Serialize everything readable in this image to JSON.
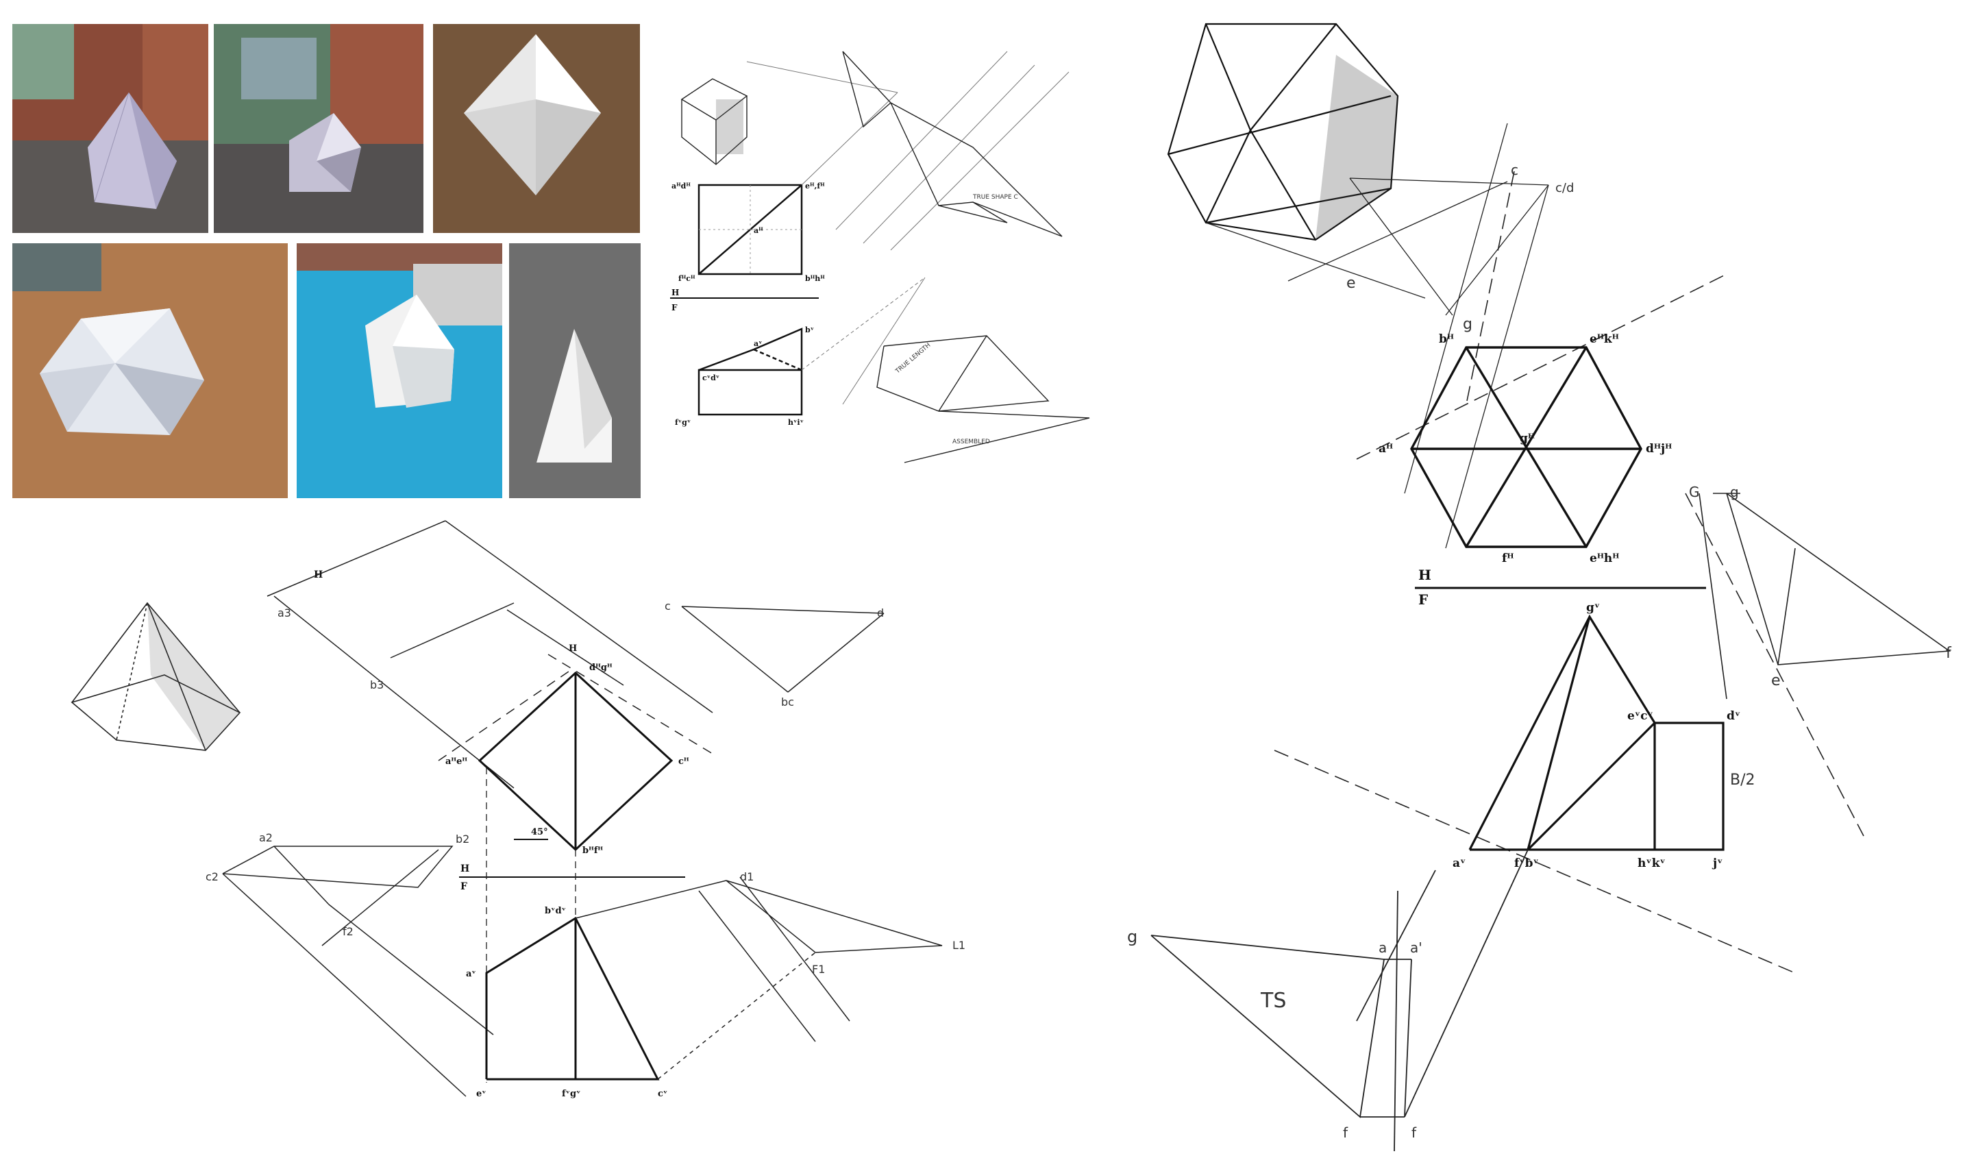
{
  "page": {
    "background": "#ffffff"
  },
  "photos": [
    {
      "name": "photo-pentagonal-pyramid-on-wall",
      "background": "#6b5248",
      "model": "#c9c4dd"
    },
    {
      "name": "photo-cut-model-on-wall",
      "background": "#6b5a4d",
      "model": "#b9b5cc"
    },
    {
      "name": "photo-octahedron-on-wood",
      "background": "#7a5a3f",
      "model": "#eeeeee"
    },
    {
      "name": "photo-hexagonal-model-on-table",
      "background": "#b07a4e",
      "model": "#dfe4ec"
    },
    {
      "name": "photo-model-on-blue",
      "background": "#2aa7d4",
      "model": "#f2f2f2"
    },
    {
      "name": "photo-tall-model-on-grey",
      "background": "#6e6e6e",
      "model": "#f5f5f5"
    }
  ],
  "drawing_square": {
    "labels": {
      "a_h": "aᴴdᴴ",
      "e_h": "eᴴ,fᴴ",
      "c_h": "fᴴcᴴ",
      "b_h": "bᴴhᴴ",
      "a_h2": "aᴴ",
      "hline": "H",
      "fline": "F",
      "av": "aᵛ",
      "bv": "bᵛ",
      "cv": "cᵛdᵛ",
      "fv": "fᵛgᵛ",
      "hv": "hᵛiᵛ",
      "true_shape": "TRUE SHAPE C",
      "true_len": "TRUE LENGTH",
      "as_shape": "ASSEMBLED"
    }
  },
  "drawing_pyramid": {
    "labels": {
      "h": "H",
      "a3": "a3",
      "b3": "b3",
      "c3": "c",
      "d3": "d",
      "cc": "c",
      "b2c": "b2",
      "bc": "bc",
      "h2": "H",
      "ahe": "aᴴeᴴ",
      "dg": "dᴴgᴴ",
      "ch": "cᴴ",
      "bf": "bᴴfᴴ",
      "deg": "45°",
      "a2": "a2",
      "b2": "b2",
      "c2": "c2",
      "f2": "f2",
      "hh": "H",
      "ff": "F",
      "bd": "bᵛdᵛ",
      "d1": "d1",
      "av": "aᵛ",
      "f1": "F1",
      "l1": "L1",
      "ev": "eᵛ",
      "fg": "fᵛgᵛ",
      "cv": "cᵛ"
    }
  },
  "drawing_hexagon": {
    "labels": {
      "c": "c",
      "cd": "c/d",
      "e": "e",
      "g": "g",
      "bh": "bᴴ",
      "ek": "eᴴkᴴ",
      "ah": "aᴴ",
      "gh": "gᴴ",
      "dj": "dᴴjᴴ",
      "fh": "fᴴ",
      "ehh": "eᴴhᴴ",
      "hline": "H",
      "fline": "F",
      "gv": "gᵛ",
      "ec": "eᵛcᵛ",
      "dv": "dᵛ",
      "b2": "B/2",
      "av": "aᵛ",
      "fb": "fᵛbᵛ",
      "hk": "hᵛkᵛ",
      "jv": "jᵛ",
      "G": "G",
      "g2": "g",
      "e2": "e",
      "f2": "f",
      "ts": "TS",
      "a": "a",
      "a2": "a'",
      "f3": "f",
      "f4": "f",
      "g3": "g"
    }
  }
}
